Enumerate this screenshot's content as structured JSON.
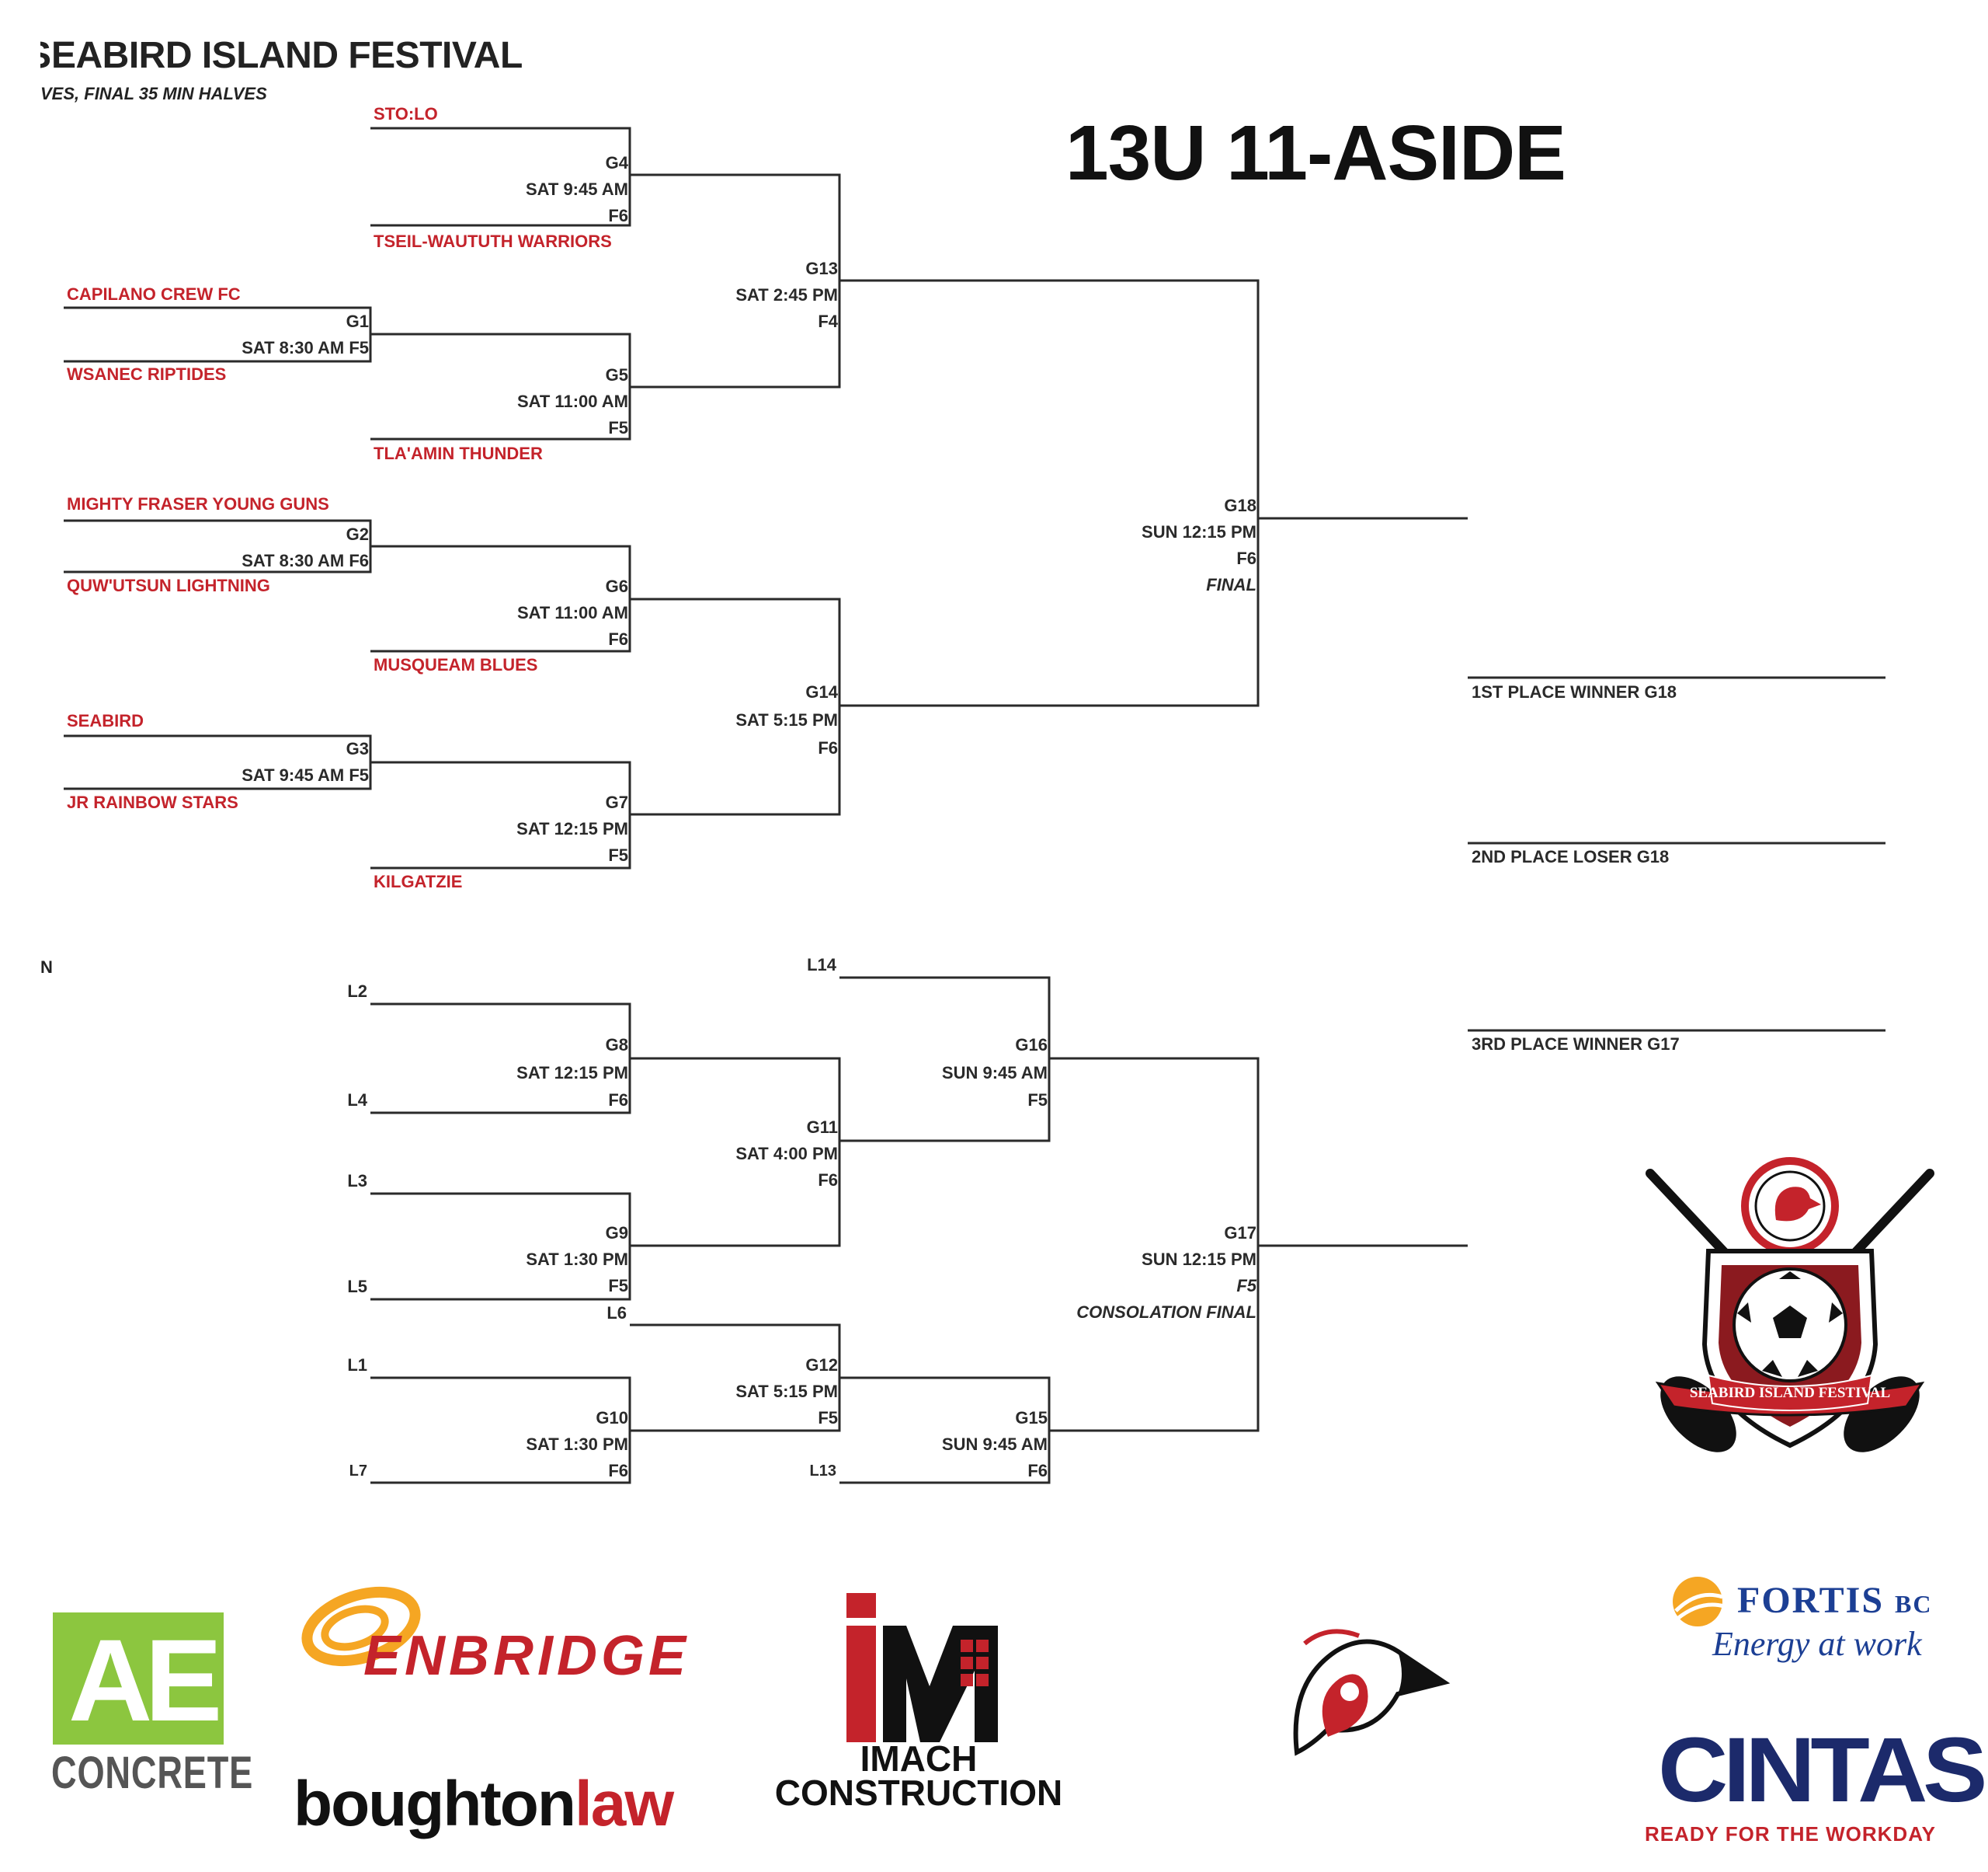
{
  "header": {
    "title": "EABIRD ISLAND FESTIVAL",
    "title_prefix": "S",
    "subtitle_a": "VES, ",
    "subtitle_b": "FINAL 35 MIN HALVES",
    "division": "13U 11-ASIDE",
    "fragment": "N"
  },
  "teams": {
    "stolo": "STO:LO",
    "tseil": "TSEIL-WAUTUTH WARRIORS",
    "capilano": "CAPILANO CREW FC",
    "wsanec": "WSANEC RIPTIDES",
    "tlaamin": "TLA'AMIN THUNDER",
    "mighty": "MIGHTY FRASER YOUNG GUNS",
    "quwutsun": "QUW'UTSUN LIGHTNING",
    "musqueam": "MUSQUEAM BLUES",
    "seabird": "SEABIRD",
    "rainbow": "JR RAINBOW STARS",
    "kilgatzie": "KILGATZIE"
  },
  "games": {
    "g1": {
      "id": "G1",
      "info": "SAT 8:30 AM F5"
    },
    "g2": {
      "id": "G2",
      "info": "SAT 8:30 AM F6"
    },
    "g3": {
      "id": "G3",
      "info": "SAT 9:45 AM F5"
    },
    "g4": {
      "id": "G4",
      "time": "SAT 9:45 AM",
      "field": "F6"
    },
    "g5": {
      "id": "G5",
      "time": "SAT 11:00 AM",
      "field": "F5"
    },
    "g6": {
      "id": "G6",
      "time": "SAT 11:00 AM",
      "field": "F6"
    },
    "g7": {
      "id": "G7",
      "time": "SAT 12:15 PM",
      "field": "F5"
    },
    "g8": {
      "id": "G8",
      "time": "SAT 12:15 PM",
      "field": "F6"
    },
    "g9": {
      "id": "G9",
      "time": "SAT 1:30 PM",
      "field": "F5"
    },
    "g10": {
      "id": "G10",
      "time": "SAT 1:30 PM",
      "field": "F6"
    },
    "g11": {
      "id": "G11",
      "time": "SAT 4:00 PM",
      "field": "F6"
    },
    "g12": {
      "id": "G12",
      "time": "SAT 5:15 PM",
      "field": "F5"
    },
    "g13": {
      "id": "G13",
      "time": "SAT 2:45  PM",
      "field": "F4"
    },
    "g14": {
      "id": "G14",
      "time": "SAT 5:15 PM",
      "field": "F6"
    },
    "g15": {
      "id": "G15",
      "time": "SUN 9:45 AM",
      "field": "F6"
    },
    "g16": {
      "id": "G16",
      "time": "SUN 9:45 AM",
      "field": "F5"
    },
    "g17": {
      "id": "G17",
      "time": "SUN 12:15 PM",
      "field": "F5",
      "note": "CONSOLATION FINAL"
    },
    "g18": {
      "id": "G18",
      "time": "SUN 12:15 PM",
      "field": "F6",
      "note": "FINAL"
    }
  },
  "losers": {
    "l1": "L1",
    "l2": "L2",
    "l3": "L3",
    "l4": "L4",
    "l5": "L5",
    "l6": "L6",
    "l7": "L7",
    "l13": "L13",
    "l14": "L14"
  },
  "placements": {
    "first": "1ST PLACE WINNER G18",
    "second": "2ND PLACE LOSER G18",
    "third": "3RD PLACE WINNER G17"
  },
  "crest": {
    "banner": "SEABIRD ISLAND FESTIVAL"
  },
  "sponsors": {
    "ae": {
      "big": "AE",
      "small": "CONCRETE"
    },
    "enbridge": "ENBRIDGE",
    "boughton": {
      "a": "boughton",
      "b": "law"
    },
    "imach": {
      "a": "IMACH",
      "b": "CONSTRUCTION"
    },
    "fortis": {
      "a": "FORTIS",
      "b": "BC",
      "tag": "Energy at work"
    },
    "cintas": {
      "a": "CINTAS",
      "tag": "READY FOR THE WORKDAY"
    }
  },
  "colors": {
    "team_red": "#c4232b",
    "ae_green": "#8cc63f",
    "fortis_blue": "#1c3f94",
    "cintas_navy": "#1c2a6b",
    "enbridge_gold": "#f5a623"
  }
}
